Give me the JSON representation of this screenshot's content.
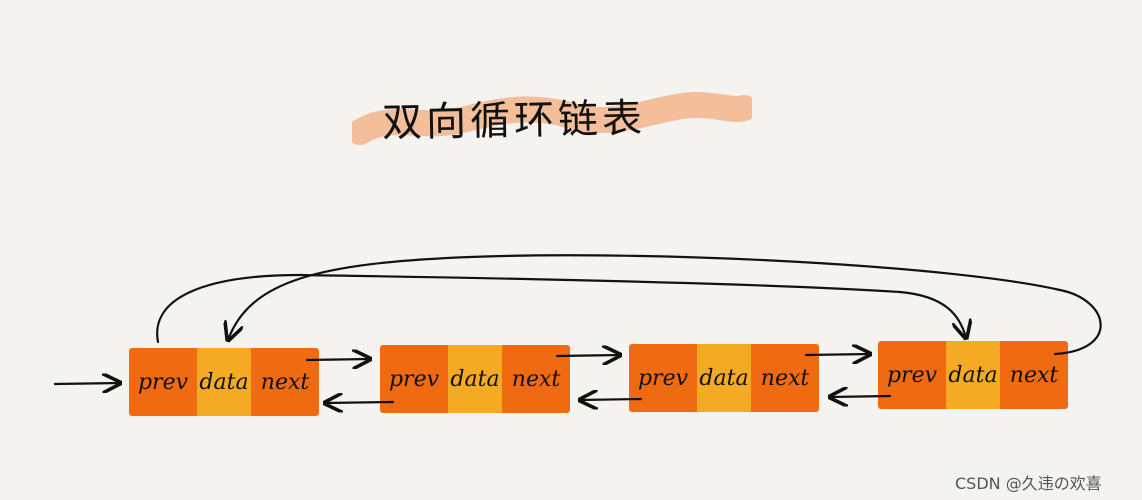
{
  "title": "双向循环链表",
  "nodes": [
    {
      "prev": "prev",
      "data": "data",
      "next": "next"
    },
    {
      "prev": "prev",
      "data": "data",
      "next": "next"
    },
    {
      "prev": "prev",
      "data": "data",
      "next": "next"
    },
    {
      "prev": "prev",
      "data": "data",
      "next": "next"
    }
  ],
  "watermark": "CSDN @久违の欢喜",
  "colors": {
    "background": "#f4f3f0",
    "cell_orange": "#f06a12",
    "cell_yellow": "#f4aa22",
    "title_brush": "#f2b48a",
    "arrow": "#111111"
  }
}
